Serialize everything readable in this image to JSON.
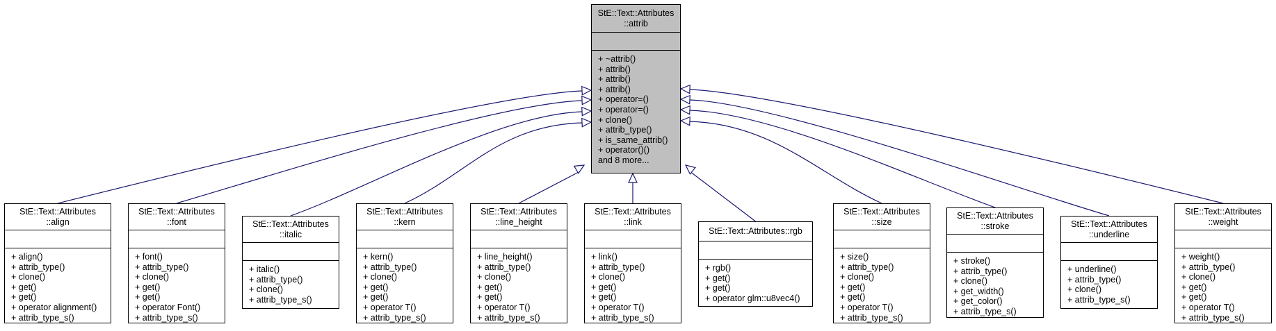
{
  "diagram": {
    "base": {
      "name_lines": [
        "StE::Text::Attributes",
        "::attrib"
      ],
      "operations": [
        "+ ~attrib()",
        "+ attrib()",
        "+ attrib()",
        "+ attrib()",
        "+ operator=()",
        "+ operator=()",
        "+ clone()",
        "+ attrib_type()",
        "+ is_same_attrib()",
        "+ operator()()",
        "and 8 more..."
      ]
    },
    "children": [
      {
        "name_lines": [
          "StE::Text::Attributes",
          "::align"
        ],
        "operations": [
          "+ align()",
          "+ attrib_type()",
          "+ clone()",
          "+ get()",
          "+ get()",
          "+ operator alignment()",
          "+ attrib_type_s()"
        ]
      },
      {
        "name_lines": [
          "StE::Text::Attributes",
          "::font"
        ],
        "operations": [
          "+ font()",
          "+ attrib_type()",
          "+ clone()",
          "+ get()",
          "+ get()",
          "+ operator Font()",
          "+ attrib_type_s()"
        ]
      },
      {
        "name_lines": [
          "StE::Text::Attributes",
          "::italic"
        ],
        "operations": [
          "+ italic()",
          "+ attrib_type()",
          "+ clone()",
          "+ attrib_type_s()"
        ]
      },
      {
        "name_lines": [
          "StE::Text::Attributes",
          "::kern"
        ],
        "operations": [
          "+ kern()",
          "+ attrib_type()",
          "+ clone()",
          "+ get()",
          "+ get()",
          "+ operator T()",
          "+ attrib_type_s()"
        ]
      },
      {
        "name_lines": [
          "StE::Text::Attributes",
          "::line_height"
        ],
        "operations": [
          "+ line_height()",
          "+ attrib_type()",
          "+ clone()",
          "+ get()",
          "+ get()",
          "+ operator T()",
          "+ attrib_type_s()"
        ]
      },
      {
        "name_lines": [
          "StE::Text::Attributes",
          "::link"
        ],
        "operations": [
          "+ link()",
          "+ attrib_type()",
          "+ clone()",
          "+ get()",
          "+ get()",
          "+ operator T()",
          "+ attrib_type_s()"
        ]
      },
      {
        "name_lines": [
          "StE::Text::Attributes::rgb"
        ],
        "operations": [
          "+ rgb()",
          "+ get()",
          "+ get()",
          "+ operator glm::u8vec4()"
        ]
      },
      {
        "name_lines": [
          "StE::Text::Attributes",
          "::size"
        ],
        "operations": [
          "+ size()",
          "+ attrib_type()",
          "+ clone()",
          "+ get()",
          "+ get()",
          "+ operator T()",
          "+ attrib_type_s()"
        ]
      },
      {
        "name_lines": [
          "StE::Text::Attributes",
          "::stroke"
        ],
        "operations": [
          "+ stroke()",
          "+ attrib_type()",
          "+ clone()",
          "+ get_width()",
          "+ get_color()",
          "+ attrib_type_s()"
        ]
      },
      {
        "name_lines": [
          "StE::Text::Attributes",
          "::underline"
        ],
        "operations": [
          "+ underline()",
          "+ attrib_type()",
          "+ clone()",
          "+ attrib_type_s()"
        ]
      },
      {
        "name_lines": [
          "StE::Text::Attributes",
          "::weight"
        ],
        "operations": [
          "+ weight()",
          "+ attrib_type()",
          "+ clone()",
          "+ get()",
          "+ get()",
          "+ operator T()",
          "+ attrib_type_s()"
        ]
      }
    ],
    "colors": {
      "edge": "#191970",
      "base_fill": "#bfbfbf",
      "border": "#000000"
    }
  }
}
